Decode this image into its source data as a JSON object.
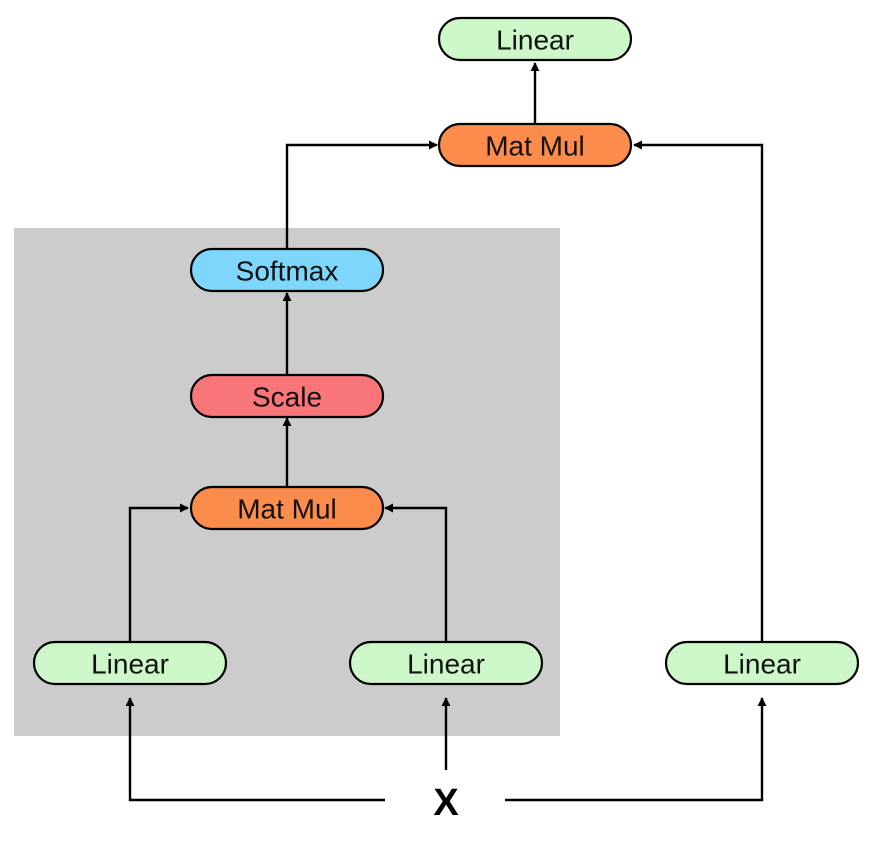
{
  "colors": {
    "linear": "#cdf7c9",
    "matmul": "#fb8c4c",
    "scale": "#f8767a",
    "softmax": "#7fd6fb",
    "group_box": "#cccccc"
  },
  "nodes": {
    "linear_out": {
      "label": "Linear",
      "kind": "linear"
    },
    "matmul_top": {
      "label": "Mat Mul",
      "kind": "matmul"
    },
    "softmax": {
      "label": "Softmax",
      "kind": "softmax"
    },
    "scale": {
      "label": "Scale",
      "kind": "scale"
    },
    "matmul_inner": {
      "label": "Mat Mul",
      "kind": "matmul"
    },
    "linear_left": {
      "label": "Linear",
      "kind": "linear"
    },
    "linear_mid": {
      "label": "Linear",
      "kind": "linear"
    },
    "linear_right": {
      "label": "Linear",
      "kind": "linear"
    }
  },
  "input": {
    "label": "X"
  },
  "edges": [
    {
      "from": "input",
      "to": "linear_left"
    },
    {
      "from": "input",
      "to": "linear_mid"
    },
    {
      "from": "input",
      "to": "linear_right"
    },
    {
      "from": "linear_left",
      "to": "matmul_inner"
    },
    {
      "from": "linear_mid",
      "to": "matmul_inner"
    },
    {
      "from": "matmul_inner",
      "to": "scale"
    },
    {
      "from": "scale",
      "to": "softmax"
    },
    {
      "from": "softmax",
      "to": "matmul_top"
    },
    {
      "from": "linear_right",
      "to": "matmul_top"
    },
    {
      "from": "matmul_top",
      "to": "linear_out"
    }
  ]
}
